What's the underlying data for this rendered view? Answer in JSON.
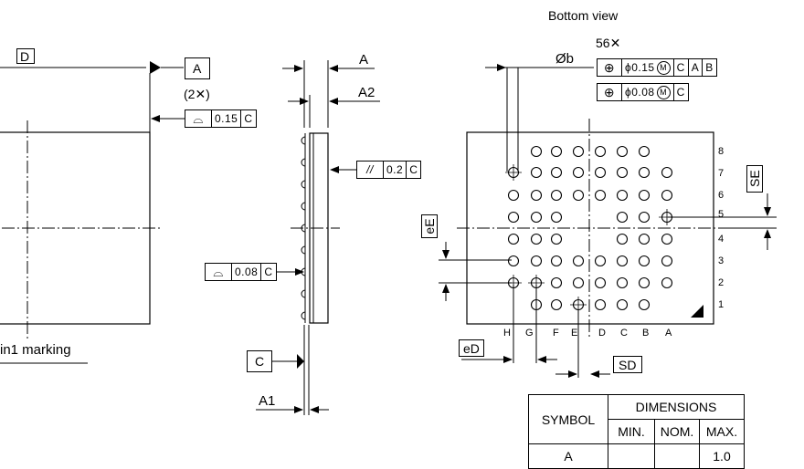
{
  "labels": {
    "bottom_view": "Bottom view",
    "pin1_marking": "in1 marking",
    "ball_count": "56✕",
    "dia_b": "Øb",
    "dim_A": "A",
    "dim_A2": "A2",
    "dim_A1": "A1",
    "two_x": "(2✕)",
    "datum_D": "D",
    "datum_A": "A",
    "datum_C": "C",
    "eE": "eE",
    "eD": "eD",
    "SE": "SE",
    "SD": "SD"
  },
  "tolerances": {
    "profile_top": {
      "symbol": "⌓",
      "value": "0.15",
      "datum": "C"
    },
    "parallel": {
      "symbol": "//",
      "value": "0.2",
      "datum": "C"
    },
    "profile_side": {
      "symbol": "⌓",
      "value": "0.08",
      "datum": "C"
    },
    "position_1": {
      "symbol": "⊕",
      "value": "ϕ0.15",
      "modifier": "M",
      "datums": [
        "C",
        "A",
        "B"
      ]
    },
    "position_2": {
      "symbol": "⊕",
      "value": "ϕ0.08",
      "modifier": "M",
      "datums": [
        "C"
      ]
    }
  },
  "ball_grid": {
    "column_labels": [
      "H",
      "G",
      "F",
      "E",
      "D",
      "C",
      "B",
      "A"
    ],
    "row_labels": [
      "8",
      "7",
      "6",
      "5",
      "4",
      "3",
      "2",
      "1"
    ]
  },
  "table": {
    "symbol_header": "SYMBOL",
    "dimensions_header": "DIMENSIONS",
    "min": "MIN.",
    "nom": "NOM.",
    "max": "MAX.",
    "row1_symbol": "A",
    "row1_max": "1.0"
  },
  "colors": {
    "line": "#000000",
    "background": "#ffffff"
  }
}
